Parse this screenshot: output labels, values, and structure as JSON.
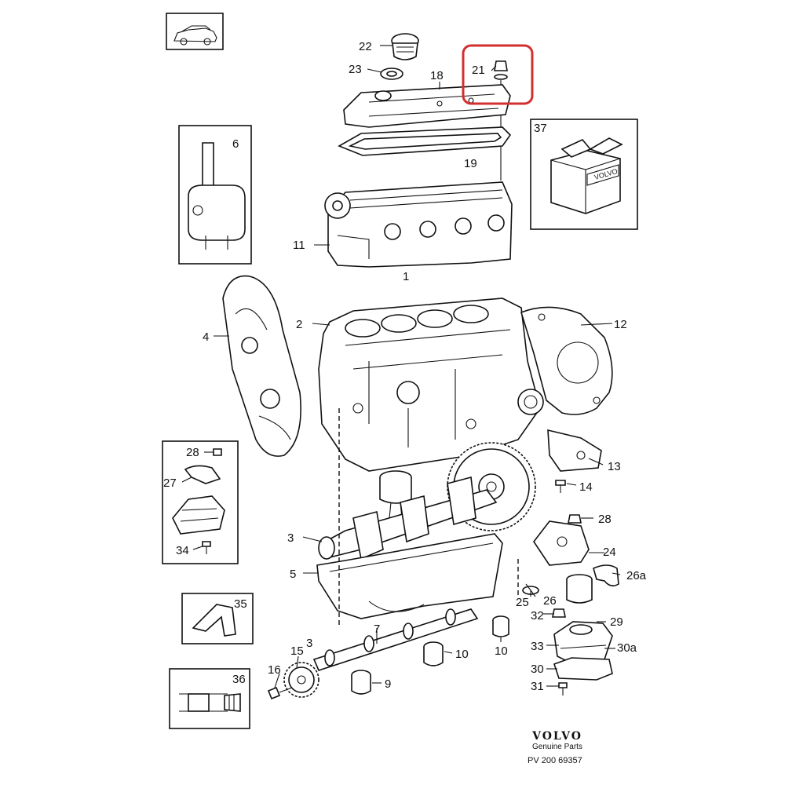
{
  "diagram": {
    "labels": [
      "1",
      "2",
      "3",
      "4",
      "5",
      "6",
      "7",
      "9",
      "10",
      "10",
      "11",
      "12",
      "13",
      "14",
      "15",
      "16",
      "18",
      "19",
      "21",
      "22",
      "23",
      "24",
      "25",
      "26",
      "26a",
      "27",
      "28",
      "28",
      "29",
      "30",
      "30a",
      "31",
      "32",
      "33",
      "34",
      "35",
      "36",
      "37",
      "3"
    ],
    "highlighted_part": "21",
    "highlight_color": "#d32f2f",
    "box_text": "VOLVO"
  },
  "footer": {
    "brand": "VOLVO",
    "brand_sub": "Genuine Parts",
    "catalog_number": "PV 200 69357"
  }
}
